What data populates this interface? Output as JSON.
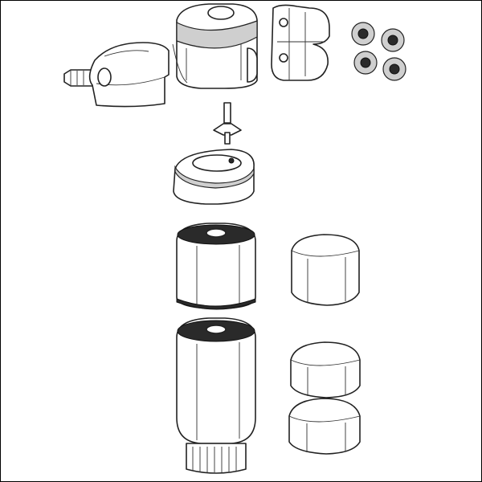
{
  "colors": {
    "line": "#222222",
    "background": "#ffffff",
    "dark_fill": "#2a2a2a"
  },
  "parts": [
    "outlet-nozzle",
    "motor-head",
    "mounting-bracket",
    "suction-cups",
    "impeller",
    "impeller-cover",
    "upper-filter-cartridge",
    "sponge-upper",
    "lower-filter-cartridge",
    "sponge-middle",
    "sponge-lower"
  ]
}
